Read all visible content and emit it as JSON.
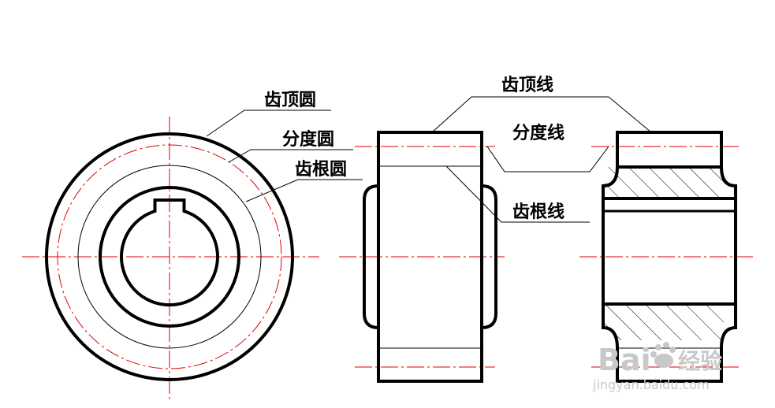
{
  "labels": {
    "addendum_circle": "齿顶圆",
    "pitch_circle": "分度圆",
    "dedendum_circle": "齿根圆",
    "addendum_line": "齿顶线",
    "pitch_line": "分度线",
    "dedendum_line": "齿根线"
  },
  "watermark": {
    "brand": "Bai",
    "brand_tail": "经验",
    "url": "jingyan.baidu.com"
  },
  "colors": {
    "outline": "#000000",
    "centerline": "#e00000",
    "thin": "#000000",
    "watermark": "#c8c8c8"
  }
}
